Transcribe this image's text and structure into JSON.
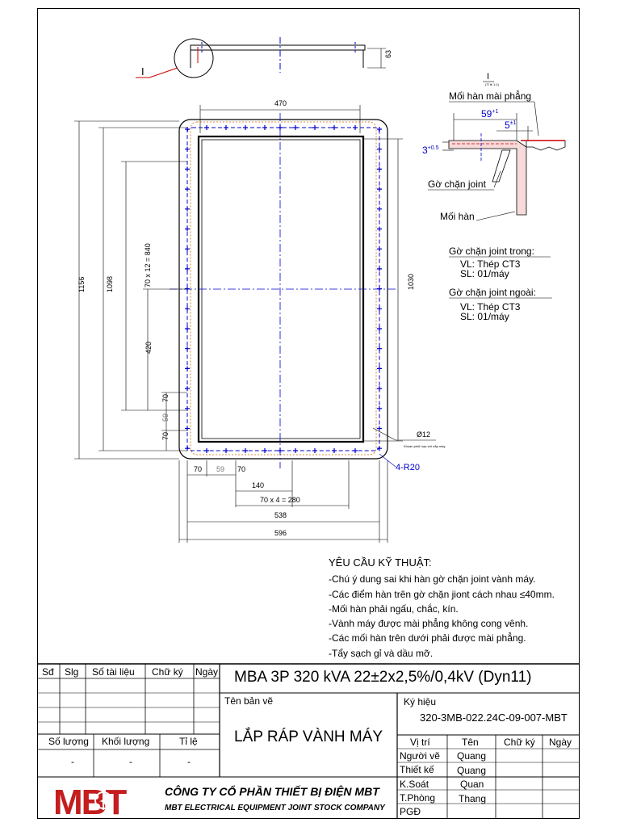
{
  "drawing": {
    "detail_marker": "I",
    "dims": {
      "d63": "63",
      "d470": "470",
      "d1156": "1156",
      "d1098": "1098",
      "d70x12": "70 x 12 = 840",
      "d420": "420",
      "d70a": "70",
      "d59a": "59",
      "d70b": "70",
      "d1030": "1030",
      "d70c": "70",
      "d59b": "59",
      "d70d": "70",
      "d140": "140",
      "d70x4": "70 x 4 = 280",
      "d538": "538",
      "d596": "596",
      "hole": "Ø12",
      "hole_note": "Khoan phối hợp với nắp máy",
      "radius": "4-R20"
    },
    "detail": {
      "title": "I",
      "scale": "(Tỉ lệ 1:1)",
      "weld_label": "Mối hàn mài phẳng",
      "d59": "59",
      "d59_tol": "+1",
      "d5": "5",
      "d5_tol": "±1",
      "d3": "3",
      "d3_tol": "+0.5",
      "joint_label": "Gờ chặn joint",
      "weld": "Mối hàn"
    },
    "materials": {
      "inner_title": "Gờ chặn joint trong:",
      "inner_vl": "VL: Thép CT3",
      "inner_sl": "SL: 01/máy",
      "outer_title": "Gờ chặn joint ngoài:",
      "outer_vl": "VL: Thép CT3",
      "outer_sl": "SL: 01/máy"
    }
  },
  "requirements": {
    "title": "YÊU CẦU KỸ THUẬT:",
    "items": [
      "-Chú ý dung sai khi hàn gờ chặn joint vành máy.",
      "-Các điểm hàn trên gờ chặn jiont cách nhau ≤40mm.",
      "-Mối hàn phải ngấu, chắc, kín.",
      "-Vành máy được mài phẳng không cong vênh.",
      "-Các mối hàn trên dưới phải được mài phẳng.",
      "-Tẩy sạch gỉ và dầu mỡ."
    ]
  },
  "title_block": {
    "rev_headers": [
      "Sđ",
      "Slg",
      "Số tài liệu",
      "Chữ ký",
      "Ngày"
    ],
    "product": "MBA 3P 320 kVA 22±2x2,5%/0,4kV (Dyn11)",
    "drawing_name_label": "Tên bản vẽ",
    "drawing_name": "LẮP RÁP VÀNH MÁY",
    "code_label": "Ký hiệu",
    "code": "320-3MB-022.24C-09-007-MBT",
    "qty_headers": [
      "Số lượng",
      "Khối lượng",
      "Tỉ lệ"
    ],
    "qty_values": [
      "-",
      "-",
      "-"
    ],
    "sign_headers": [
      "Vị trí",
      "Tên",
      "Chữ ký",
      "Ngày"
    ],
    "roles": [
      "Người vẽ",
      "Thiết kế",
      "K.Soát",
      "T.Phòng",
      "PGĐ"
    ],
    "names": [
      "Quang",
      "Quang",
      "Quan",
      "Thang",
      ""
    ],
    "logo": "MBT",
    "company_vn": "CÔNG TY CỔ PHẦN THIẾT BỊ ĐIỆN MBT",
    "company_en": "MBT ELECTRICAL EQUIPMENT JOINT STOCK COMPANY"
  }
}
